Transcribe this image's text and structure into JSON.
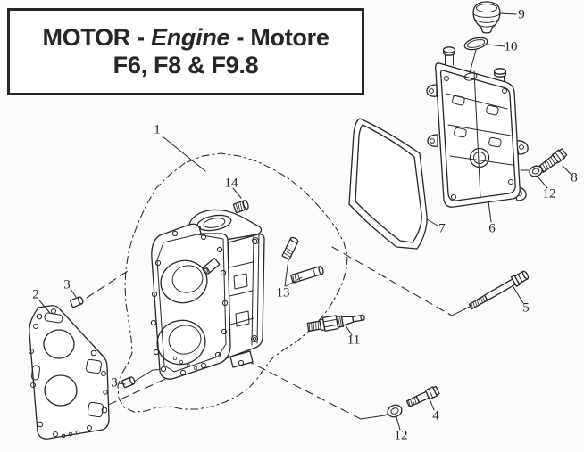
{
  "title": {
    "line1_a": "MOTOR - ",
    "line1_b": "Engine",
    "line1_c": " - Motore",
    "line2": "F6, F8 & F9.8"
  },
  "diagram": {
    "callouts": {
      "c1": "1",
      "c2": "2",
      "c3a": "3",
      "c3b": "3",
      "c4": "4",
      "c5": "5",
      "c6": "6",
      "c7": "7",
      "c8": "8",
      "c9": "9",
      "c10": "10",
      "c11": "11",
      "c12a": "12",
      "c12b": "12",
      "c13": "13",
      "c14": "14"
    }
  },
  "colors": {
    "ink": "#262626",
    "background": "#fbfbfb"
  }
}
